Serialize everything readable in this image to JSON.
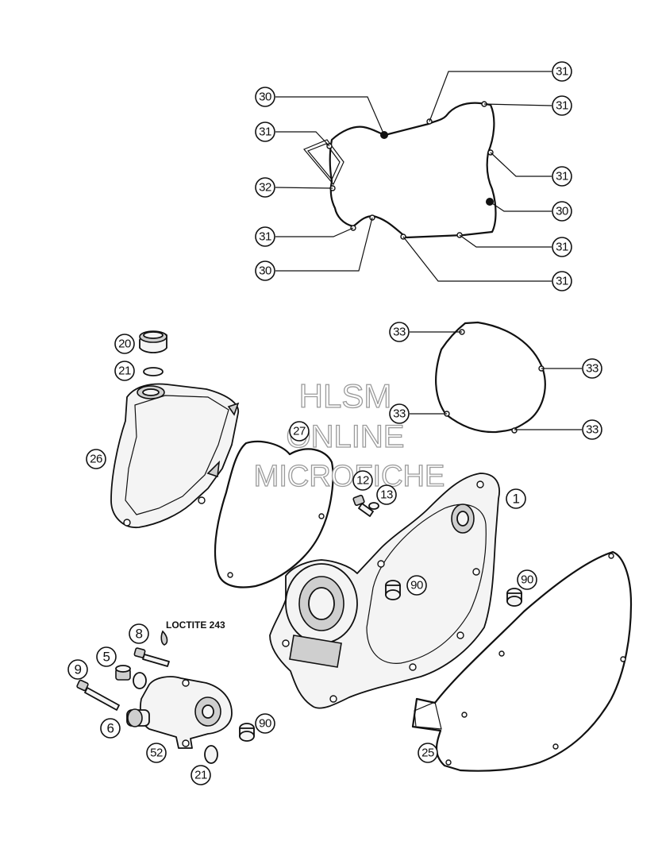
{
  "watermark": {
    "line1": "HLSM",
    "line2": "ONLINE",
    "line3": "MICROFICHE"
  },
  "note": "LOCTITE 243",
  "callouts": {
    "c31a": "31",
    "c30a": "30",
    "c31b": "31",
    "c31c": "31",
    "c32": "32",
    "c31d": "31",
    "c30b": "30",
    "c31e": "31",
    "c30c": "30",
    "c31f": "31",
    "c31g": "31",
    "c33a": "33",
    "c33b": "33",
    "c33c": "33",
    "c33d": "33",
    "c20": "20",
    "c21a": "21",
    "c26": "26",
    "c27": "27",
    "c12": "12",
    "c13": "13",
    "c1": "1",
    "c90a": "90",
    "c90b": "90",
    "c90c": "90",
    "c8": "8",
    "c5": "5",
    "c9": "9",
    "c6": "6",
    "c52": "52",
    "c21b": "21",
    "c25": "25"
  }
}
